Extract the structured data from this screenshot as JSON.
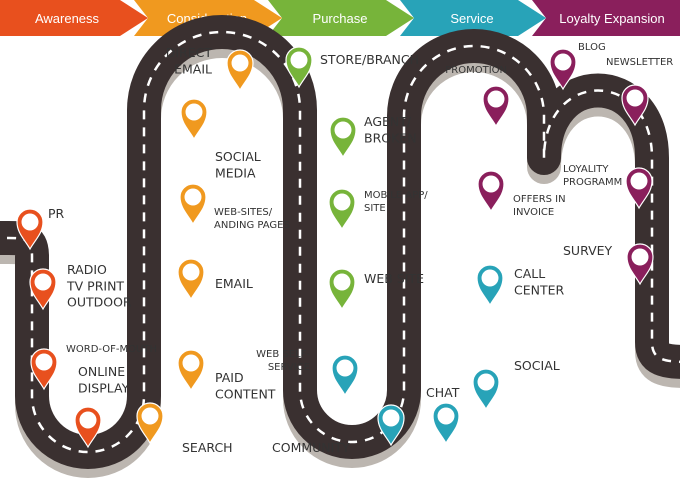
{
  "stages": [
    {
      "label": "Awareness",
      "color": "#e8501e"
    },
    {
      "label": "Consideration",
      "color": "#f0991f"
    },
    {
      "label": "Purchase",
      "color": "#77b43a"
    },
    {
      "label": "Service",
      "color": "#28a3b8"
    },
    {
      "label": "Loyalty Expansion",
      "color": "#8a1f5c"
    }
  ],
  "road": {
    "surface_color": "#3a3030",
    "edge_color": "#bcb6b0",
    "dash_color": "#ffffff"
  },
  "touchpoints": [
    {
      "label": "PR",
      "stage": 0
    },
    {
      "label": "RADIO\nTV PRINT\nOUTDOOR",
      "stage": 0
    },
    {
      "label": "WORD-OF-MOUTH",
      "stage": 0
    },
    {
      "label": "ONLINE\nDISPLAY",
      "stage": 0
    },
    {
      "label": "SEARCH",
      "stage": 1
    },
    {
      "label": "PAID\nCONTENT",
      "stage": 1
    },
    {
      "label": "EMAIL",
      "stage": 1
    },
    {
      "label": "WEB-SITES/\nANDING PAGES",
      "stage": 1
    },
    {
      "label": "SOCIAL\nMEDIA",
      "stage": 1
    },
    {
      "label": "DIRECT\nEMAIL",
      "stage": 1
    },
    {
      "label": "STORE/BRANCH",
      "stage": 2
    },
    {
      "label": "AGENT/\nBROKEN",
      "stage": 2
    },
    {
      "label": "MOBILE APP/\nSITE",
      "stage": 2
    },
    {
      "label": "WEB SITE",
      "stage": 2
    },
    {
      "label": "WEB SELF-\nSERVICE",
      "stage": 3
    },
    {
      "label": "COMMUNITY",
      "stage": 3
    },
    {
      "label": "CHAT",
      "stage": 3
    },
    {
      "label": "SOCIAL",
      "stage": 3
    },
    {
      "label": "CALL\nCENTER",
      "stage": 3
    },
    {
      "label": "OFFERS IN\nINVOICE",
      "stage": 4
    },
    {
      "label": "PROMOTION",
      "stage": 4
    },
    {
      "label": "BLOG",
      "stage": 4
    },
    {
      "label": "NEWSLETTER",
      "stage": 4
    },
    {
      "label": "LOYALITY\nPROGRAMM",
      "stage": 4
    },
    {
      "label": "SURVEY",
      "stage": 4
    }
  ]
}
